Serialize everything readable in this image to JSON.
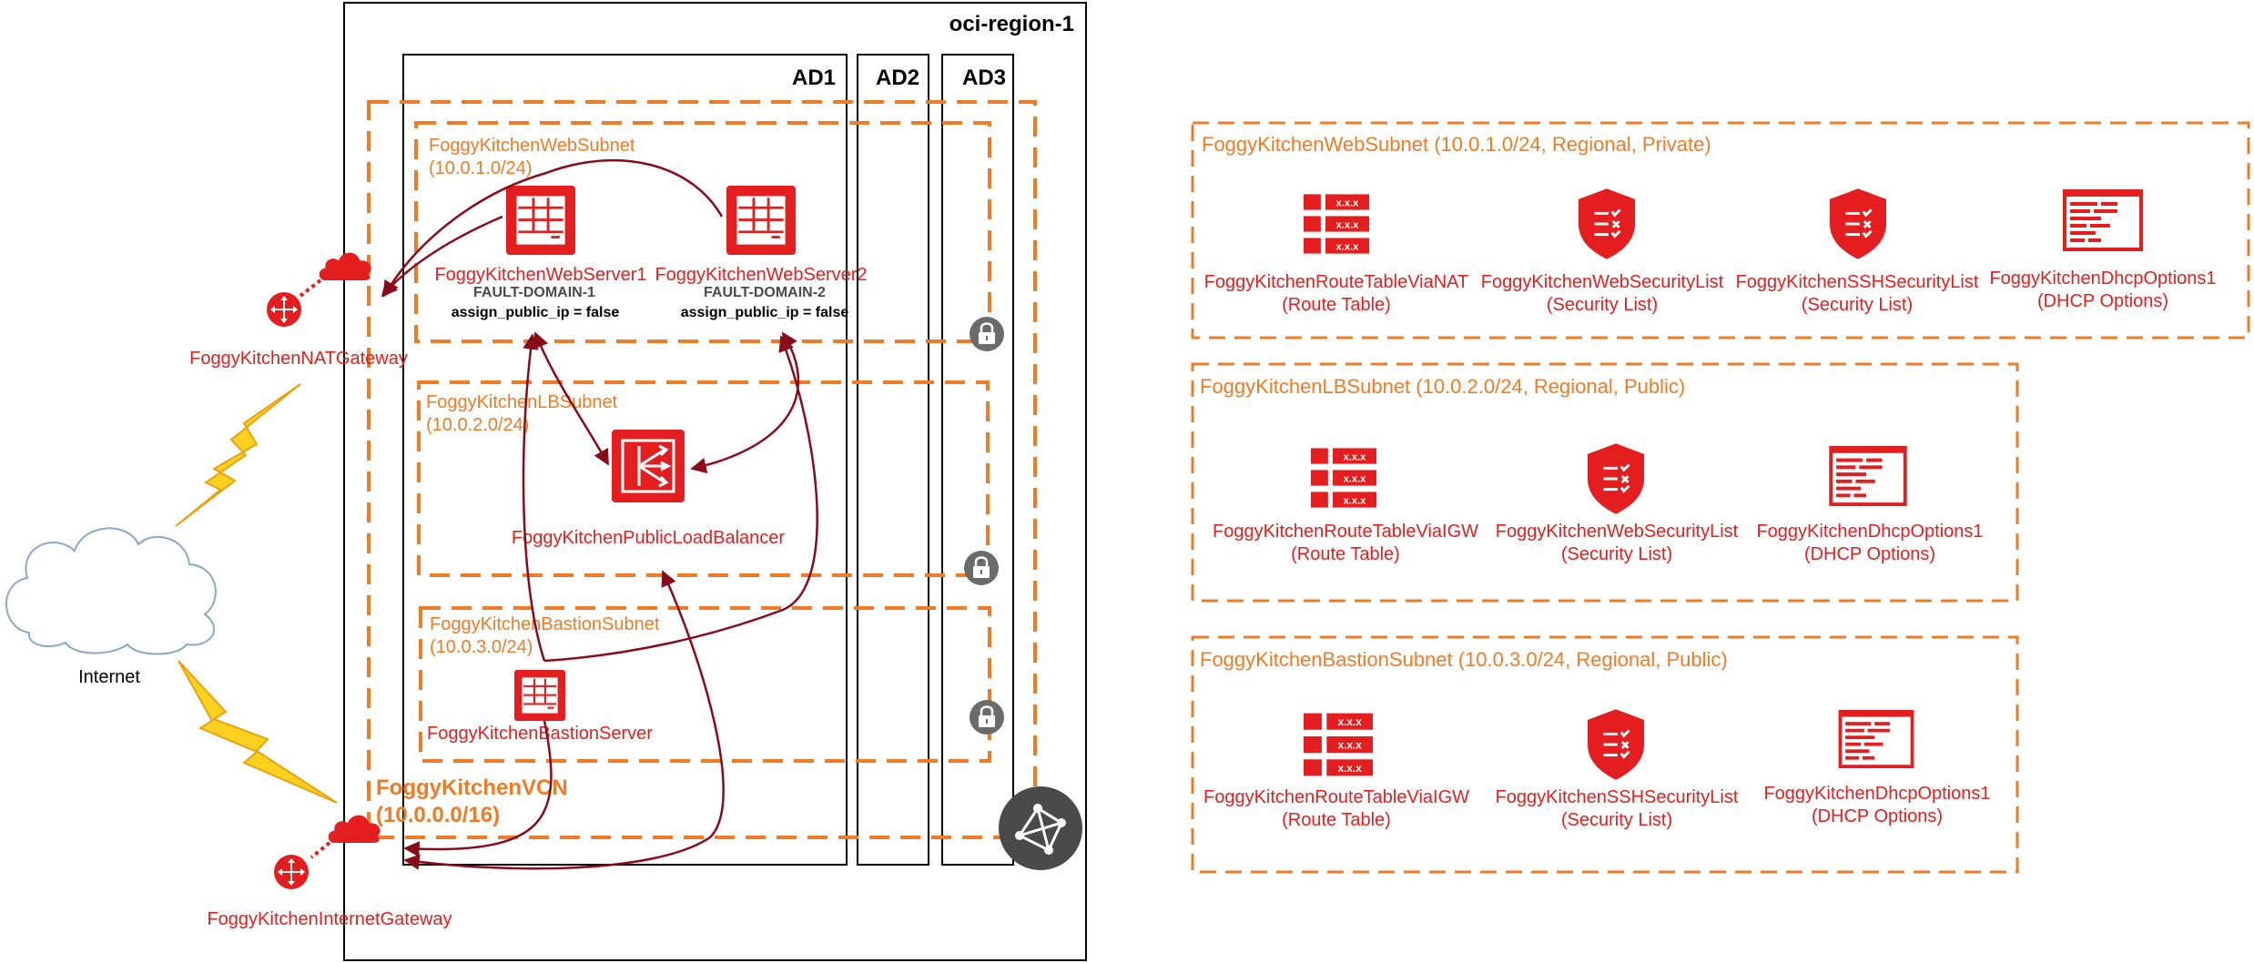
{
  "region": {
    "title": "oci-region-1"
  },
  "availability_domains": [
    "AD1",
    "AD2",
    "AD3"
  ],
  "vcn": {
    "name": "FoggyKitchenVCN",
    "cidr": "(10.0.0.0/16)"
  },
  "internet": {
    "label": "Internet"
  },
  "gateways": {
    "nat": {
      "label": "FoggyKitchenNATGateway"
    },
    "igw": {
      "label": "FoggyKitchenInternetGateway"
    }
  },
  "subnets_left": {
    "web": {
      "name": "FoggyKitchenWebSubnet",
      "cidr": "(10.0.1.0/24)"
    },
    "lb": {
      "name": "FoggyKitchenLBSubnet",
      "cidr": "(10.0.2.0/24)"
    },
    "bastion": {
      "name": "FoggyKitchenBastionSubnet",
      "cidr": "(10.0.3.0/24)"
    }
  },
  "servers": {
    "web1": {
      "name": "FoggyKitchenWebServer1",
      "fault_domain": "FAULT-DOMAIN-1",
      "public_ip": "assign_public_ip = false"
    },
    "web2": {
      "name": "FoggyKitchenWebServer2",
      "fault_domain": "FAULT-DOMAIN-2",
      "public_ip": "assign_public_ip = false"
    },
    "lb": {
      "name": "FoggyKitchenPublicLoadBalancer"
    },
    "bastion": {
      "name": "FoggyKitchenBastionServer"
    }
  },
  "detail_panels": {
    "web": {
      "title": "FoggyKitchenWebSubnet (10.0.1.0/24, Regional, Private)",
      "items": [
        {
          "name": "FoggyKitchenRouteTableViaNAT",
          "type": "(Route Table)"
        },
        {
          "name": "FoggyKitchenWebSecurityList",
          "type": "(Security List)"
        },
        {
          "name": "FoggyKitchenSSHSecurityList",
          "type": "(Security List)"
        },
        {
          "name": "FoggyKitchenDhcpOptions1",
          "type": "(DHCP Options)"
        }
      ]
    },
    "lb": {
      "title": "FoggyKitchenLBSubnet (10.0.2.0/24, Regional, Public)",
      "items": [
        {
          "name": "FoggyKitchenRouteTableViaIGW",
          "type": "(Route Table)"
        },
        {
          "name": "FoggyKitchenWebSecurityList",
          "type": "(Security List)"
        },
        {
          "name": "FoggyKitchenDhcpOptions1",
          "type": "(DHCP Options)"
        }
      ]
    },
    "bastion": {
      "title": "FoggyKitchenBastionSubnet (10.0.3.0/24, Regional, Public)",
      "items": [
        {
          "name": "FoggyKitchenRouteTableViaIGW",
          "type": "(Route Table)"
        },
        {
          "name": "FoggyKitchenSSHSecurityList",
          "type": "(Security List)"
        },
        {
          "name": "FoggyKitchenDhcpOptions1",
          "type": "(DHCP Options)"
        }
      ]
    }
  },
  "colors": {
    "oci_red": "#e41e1e",
    "orange": "#f07b24",
    "arrow": "#8b0a1a",
    "grey": "#4a4a4a"
  }
}
